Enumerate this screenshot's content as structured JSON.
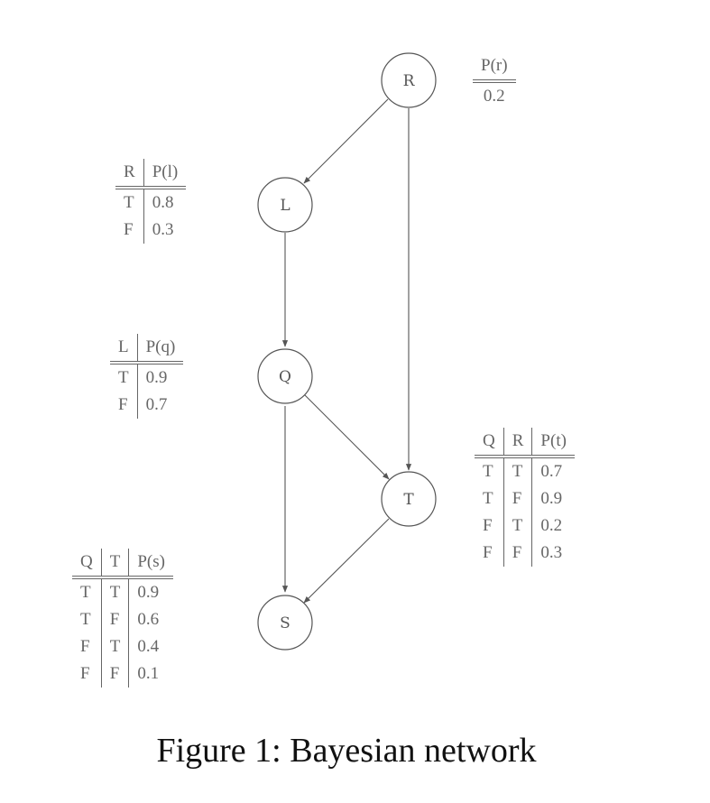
{
  "nodes": {
    "R": "R",
    "L": "L",
    "Q": "Q",
    "T": "T",
    "S": "S"
  },
  "cpt_r": {
    "header": [
      "P(r)"
    ],
    "rows": [
      [
        "0.2"
      ]
    ]
  },
  "cpt_l": {
    "header": [
      "R",
      "P(l)"
    ],
    "rows": [
      [
        "T",
        "0.8"
      ],
      [
        "F",
        "0.3"
      ]
    ]
  },
  "cpt_q": {
    "header": [
      "L",
      "P(q)"
    ],
    "rows": [
      [
        "T",
        "0.9"
      ],
      [
        "F",
        "0.7"
      ]
    ]
  },
  "cpt_t": {
    "header": [
      "Q",
      "R",
      "P(t)"
    ],
    "rows": [
      [
        "T",
        "T",
        "0.7"
      ],
      [
        "T",
        "F",
        "0.9"
      ],
      [
        "F",
        "T",
        "0.2"
      ],
      [
        "F",
        "F",
        "0.3"
      ]
    ]
  },
  "cpt_s": {
    "header": [
      "Q",
      "T",
      "P(s)"
    ],
    "rows": [
      [
        "T",
        "T",
        "0.9"
      ],
      [
        "T",
        "F",
        "0.6"
      ],
      [
        "F",
        "T",
        "0.4"
      ],
      [
        "F",
        "F",
        "0.1"
      ]
    ]
  },
  "caption": "Figure 1: Bayesian network"
}
